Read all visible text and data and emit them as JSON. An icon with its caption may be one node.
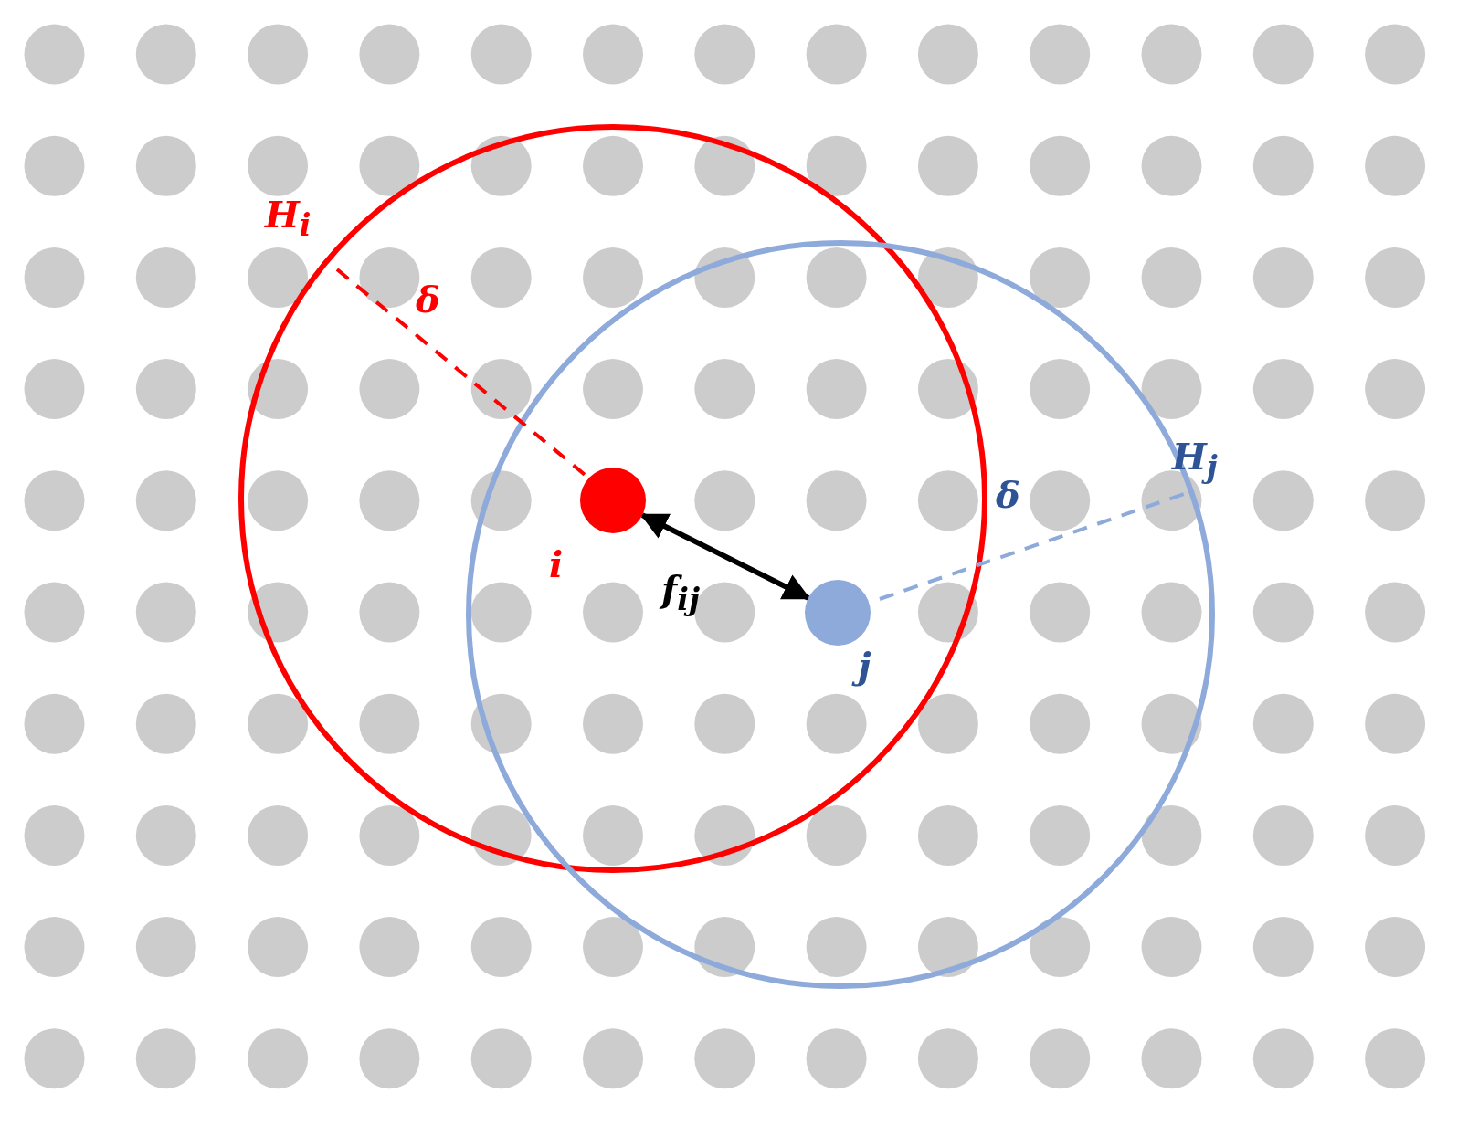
{
  "diagram": {
    "nodes": [
      {
        "text": [
          "i"
        ]
      },
      {
        "text": [
          "j"
        ]
      }
    ],
    "edges": [
      {
        "from": 0,
        "to": 1,
        "arrow": "both",
        "label": "f$_{ij}$"
      }
    ],
    "labels": [
      "H$_{i}$",
      "δ",
      "δ",
      "H$_{j}$"
    ]
  }
}
